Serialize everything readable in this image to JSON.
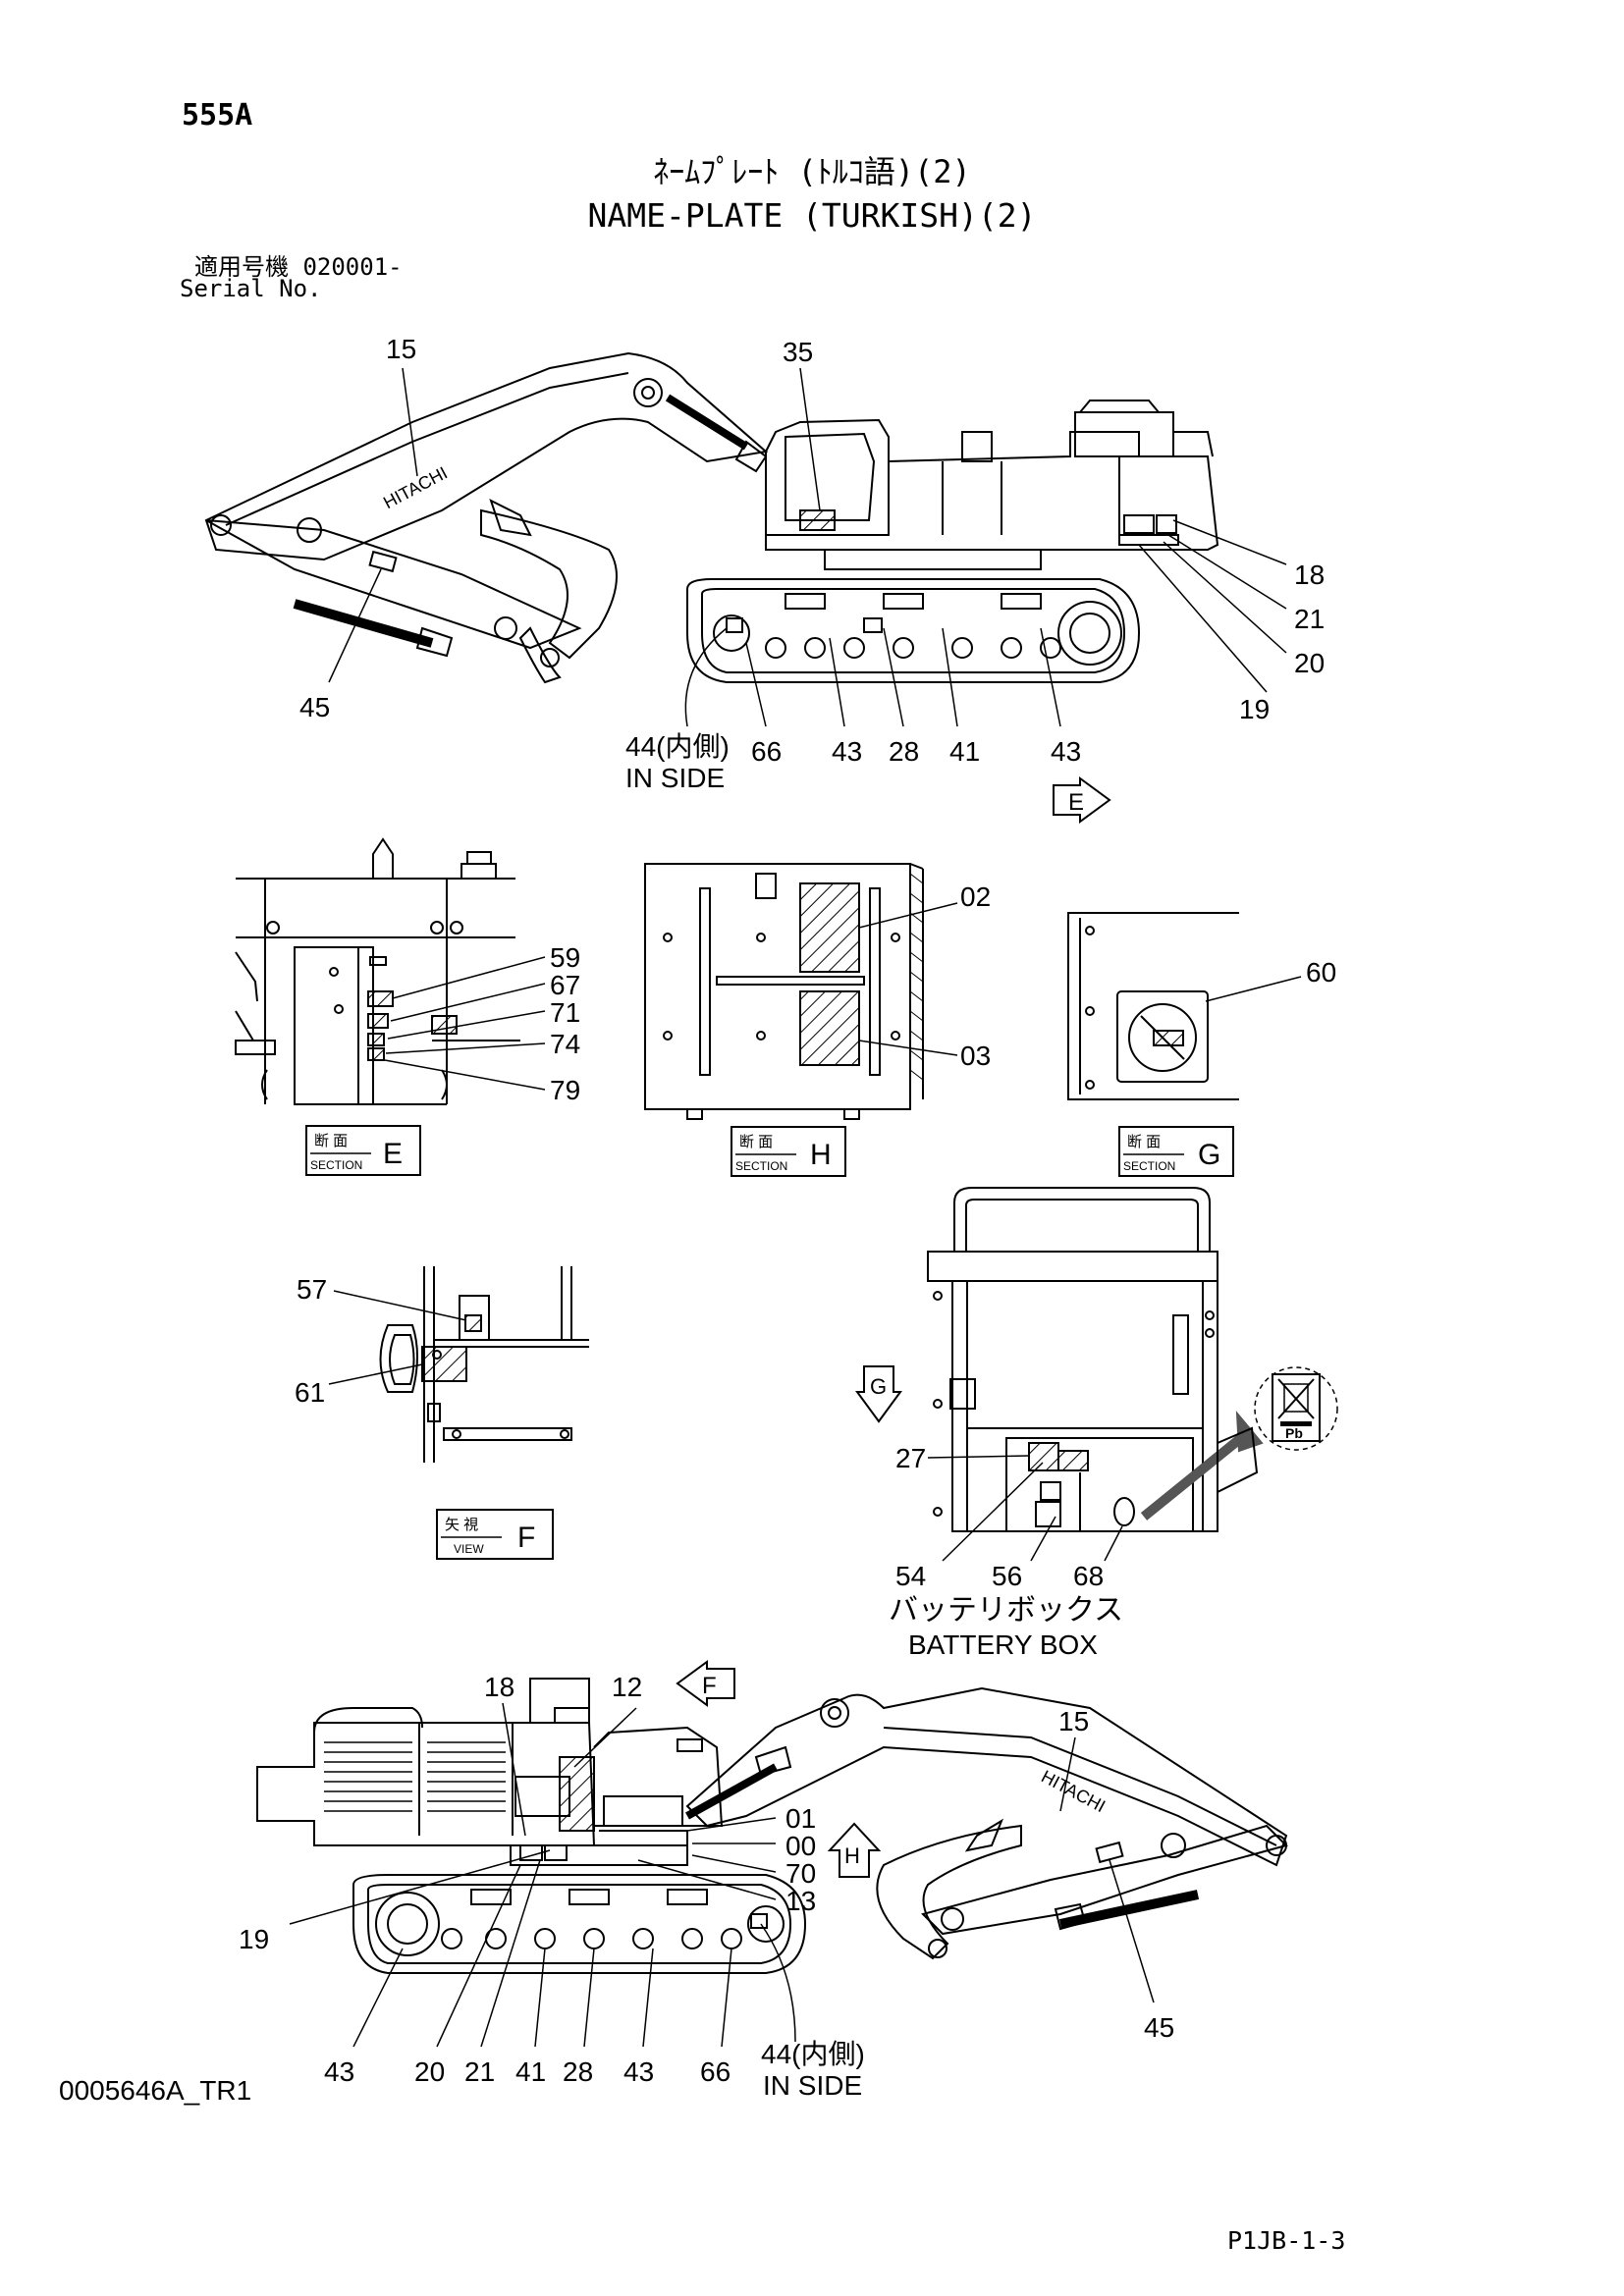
{
  "header": {
    "code": "555A",
    "title_jp": "ﾈｰﾑﾌﾟﾚｰﾄ (ﾄﾙｺ語)(2)",
    "title_en": "NAME-PLATE (TURKISH)(2)",
    "serial_label_jp": "適用号機",
    "serial_value": "020001-",
    "serial_label_en": "Serial No."
  },
  "footer": {
    "drawing_number": "0005646A_TR1",
    "page_ref": "P1JB-1-3"
  },
  "views": {
    "E": {
      "jp": "断 面",
      "en": "SECTION",
      "letter": "E"
    },
    "H": {
      "jp": "断 面",
      "en": "SECTION",
      "letter": "H"
    },
    "G": {
      "jp": "断 面",
      "en": "SECTION",
      "letter": "G"
    },
    "F": {
      "jp": "矢 視",
      "en": "VIEW",
      "letter": "F"
    }
  },
  "arrows": {
    "E": "E",
    "G": "G",
    "F": "F",
    "H": "H"
  },
  "labels": {
    "brand": "HITACHI",
    "plate_pb": "Pb",
    "battery_box_jp": "バッテリボックス",
    "battery_box_en": "BATTERY BOX",
    "in_side_jp": "44(内側)",
    "in_side_en": "IN SIDE"
  },
  "callouts_top": [
    "15",
    "35",
    "18",
    "21",
    "20",
    "19",
    "45",
    "66",
    "43",
    "28",
    "41",
    "43"
  ],
  "callouts_section_e": [
    "59",
    "67",
    "71",
    "74",
    "79"
  ],
  "callouts_section_h": [
    "02",
    "03"
  ],
  "callouts_section_g": [
    "60"
  ],
  "callouts_view_f": [
    "57",
    "61"
  ],
  "callouts_battery": [
    "27",
    "54",
    "56",
    "68"
  ],
  "callouts_bottom": [
    "18",
    "12",
    "15",
    "01",
    "00",
    "70",
    "13",
    "19",
    "43",
    "20",
    "21",
    "41",
    "28",
    "43",
    "66",
    "45"
  ]
}
